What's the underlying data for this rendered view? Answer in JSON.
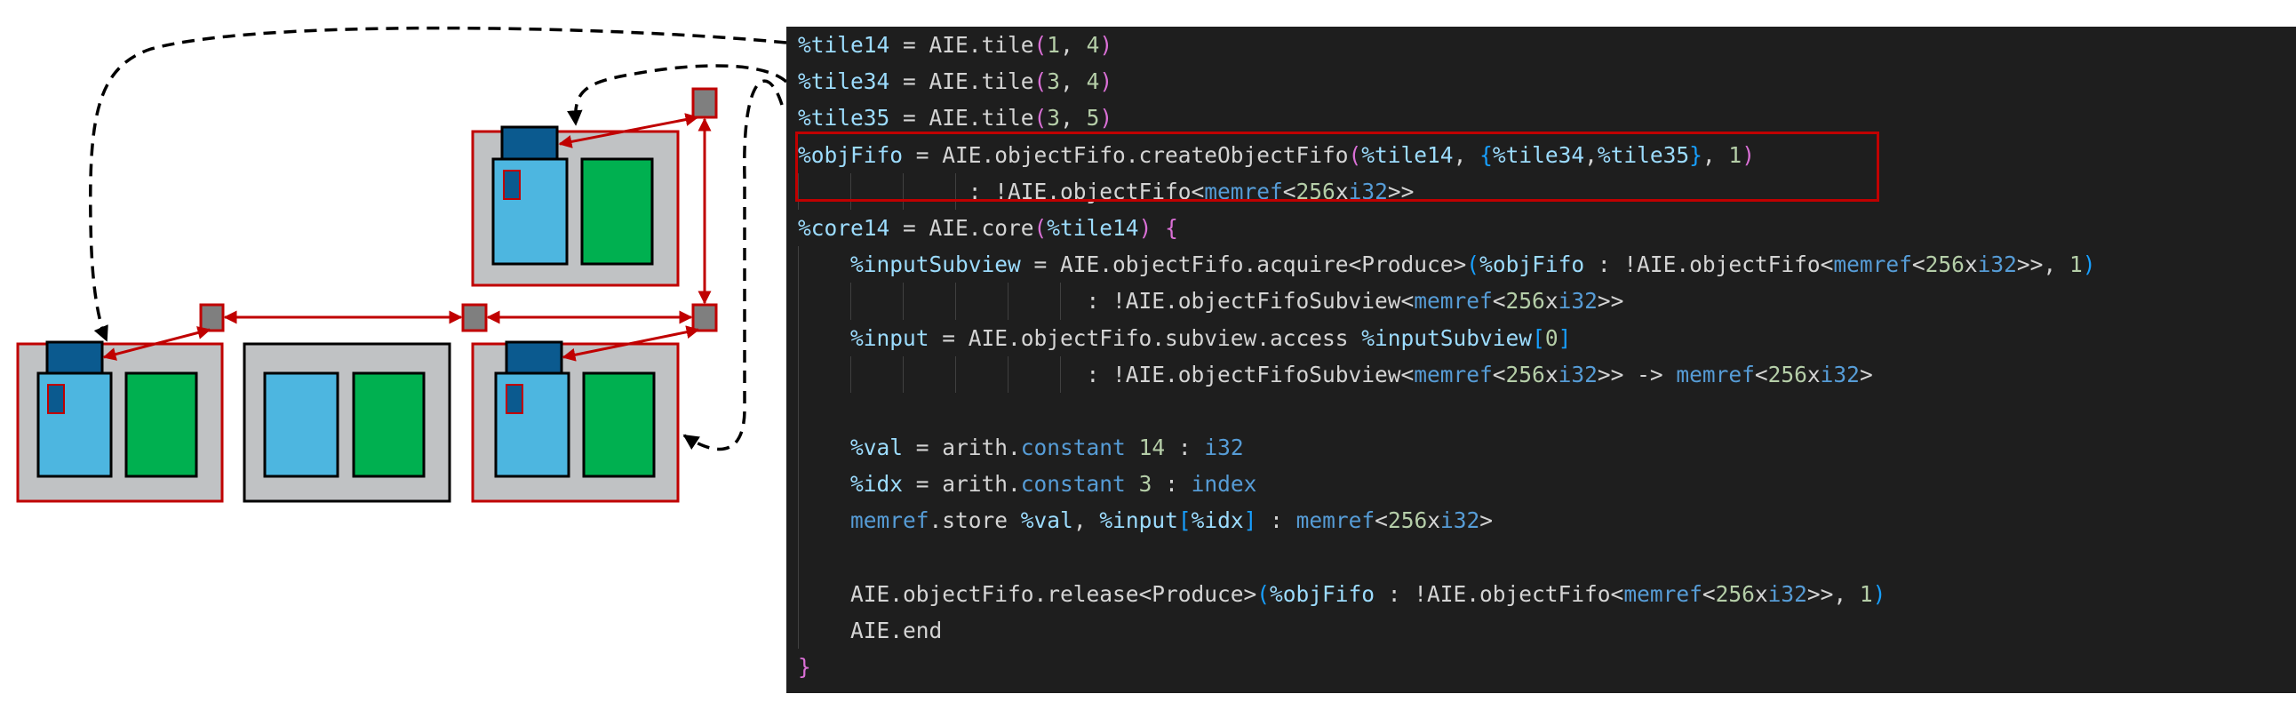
{
  "colors": {
    "tile_fill": "#c0c2c4",
    "tile_border_active": "#c00000",
    "tile_border_inactive": "#000000",
    "core_fill": "#4db6e0",
    "memory_fill": "#00b050",
    "dma_fill": "#0b5a8f",
    "switch_fill": "#7f7f7f",
    "stream_color": "#c00000",
    "editor_bg": "#1e1e1e"
  },
  "code": {
    "lines": [
      [
        [
          "v",
          "%tile14"
        ],
        [
          "d",
          " = AIE.tile"
        ],
        [
          "p",
          "("
        ],
        [
          "n",
          "1"
        ],
        [
          "d",
          ", "
        ],
        [
          "n",
          "4"
        ],
        [
          "p",
          ")"
        ]
      ],
      [
        [
          "v",
          "%tile34"
        ],
        [
          "d",
          " = AIE.tile"
        ],
        [
          "p",
          "("
        ],
        [
          "n",
          "3"
        ],
        [
          "d",
          ", "
        ],
        [
          "n",
          "4"
        ],
        [
          "p",
          ")"
        ]
      ],
      [
        [
          "v",
          "%tile35"
        ],
        [
          "d",
          " = AIE.tile"
        ],
        [
          "p",
          "("
        ],
        [
          "n",
          "3"
        ],
        [
          "d",
          ", "
        ],
        [
          "n",
          "5"
        ],
        [
          "p",
          ")"
        ]
      ],
      [
        [
          "v",
          "%objFifo"
        ],
        [
          "d",
          " = AIE.objectFifo.createObjectFifo"
        ],
        [
          "p",
          "("
        ],
        [
          "v",
          "%tile14"
        ],
        [
          "d",
          ", "
        ],
        [
          "b",
          "{"
        ],
        [
          "v",
          "%tile34"
        ],
        [
          "d",
          ","
        ],
        [
          "v",
          "%tile35"
        ],
        [
          "b",
          "}"
        ],
        [
          "d",
          ", "
        ],
        [
          "n",
          "1"
        ],
        [
          "p",
          ")"
        ]
      ],
      [
        [
          "d",
          "             : !AIE.objectFifo<"
        ],
        [
          "k",
          "memref"
        ],
        [
          "d",
          "<"
        ],
        [
          "n",
          "256"
        ],
        [
          "d",
          "x"
        ],
        [
          "k",
          "i32"
        ],
        [
          "d",
          ">>"
        ]
      ],
      [
        [
          "v",
          "%core14"
        ],
        [
          "d",
          " = AIE.core"
        ],
        [
          "p",
          "("
        ],
        [
          "v",
          "%tile14"
        ],
        [
          "p",
          ")"
        ],
        [
          "d",
          " "
        ],
        [
          "p",
          "{"
        ]
      ],
      [
        [
          "d",
          "    "
        ],
        [
          "v",
          "%inputSubview"
        ],
        [
          "d",
          " = AIE.objectFifo.acquire<Produce>"
        ],
        [
          "b",
          "("
        ],
        [
          "v",
          "%objFifo"
        ],
        [
          "d",
          " : !AIE.objectFifo<"
        ],
        [
          "k",
          "memref"
        ],
        [
          "d",
          "<"
        ],
        [
          "n",
          "256"
        ],
        [
          "d",
          "x"
        ],
        [
          "k",
          "i32"
        ],
        [
          "d",
          ">>, "
        ],
        [
          "n",
          "1"
        ],
        [
          "b",
          ")"
        ]
      ],
      [
        [
          "d",
          "                      : !AIE.objectFifoSubview<"
        ],
        [
          "k",
          "memref"
        ],
        [
          "d",
          "<"
        ],
        [
          "n",
          "256"
        ],
        [
          "d",
          "x"
        ],
        [
          "k",
          "i32"
        ],
        [
          "d",
          ">>"
        ]
      ],
      [
        [
          "d",
          "    "
        ],
        [
          "v",
          "%input"
        ],
        [
          "d",
          " = AIE.objectFifo.subview.access "
        ],
        [
          "v",
          "%inputSubview"
        ],
        [
          "b",
          "["
        ],
        [
          "n",
          "0"
        ],
        [
          "b",
          "]"
        ]
      ],
      [
        [
          "d",
          "                      : !AIE.objectFifoSubview<"
        ],
        [
          "k",
          "memref"
        ],
        [
          "d",
          "<"
        ],
        [
          "n",
          "256"
        ],
        [
          "d",
          "x"
        ],
        [
          "k",
          "i32"
        ],
        [
          "d",
          ">> -> "
        ],
        [
          "k",
          "memref"
        ],
        [
          "d",
          "<"
        ],
        [
          "n",
          "256"
        ],
        [
          "d",
          "x"
        ],
        [
          "k",
          "i32"
        ],
        [
          "d",
          ">"
        ]
      ],
      [
        [
          "d",
          "    "
        ]
      ],
      [
        [
          "d",
          "    "
        ],
        [
          "v",
          "%val"
        ],
        [
          "d",
          " = arith."
        ],
        [
          "k",
          "constant"
        ],
        [
          "d",
          " "
        ],
        [
          "n",
          "14"
        ],
        [
          "d",
          " : "
        ],
        [
          "k",
          "i32"
        ]
      ],
      [
        [
          "d",
          "    "
        ],
        [
          "v",
          "%idx"
        ],
        [
          "d",
          " = arith."
        ],
        [
          "k",
          "constant"
        ],
        [
          "d",
          " "
        ],
        [
          "n",
          "3"
        ],
        [
          "d",
          " : "
        ],
        [
          "k",
          "index"
        ]
      ],
      [
        [
          "d",
          "    "
        ],
        [
          "k",
          "memref"
        ],
        [
          "d",
          ".store "
        ],
        [
          "v",
          "%val"
        ],
        [
          "d",
          ", "
        ],
        [
          "v",
          "%input"
        ],
        [
          "b",
          "["
        ],
        [
          "v",
          "%idx"
        ],
        [
          "b",
          "]"
        ],
        [
          "d",
          " : "
        ],
        [
          "k",
          "memref"
        ],
        [
          "d",
          "<"
        ],
        [
          "n",
          "256"
        ],
        [
          "d",
          "x"
        ],
        [
          "k",
          "i32"
        ],
        [
          "d",
          ">"
        ]
      ],
      [
        [
          "d",
          "    "
        ]
      ],
      [
        [
          "d",
          "    AIE.objectFifo.release<Produce>"
        ],
        [
          "b",
          "("
        ],
        [
          "v",
          "%objFifo"
        ],
        [
          "d",
          " : !AIE.objectFifo<"
        ],
        [
          "k",
          "memref"
        ],
        [
          "d",
          "<"
        ],
        [
          "n",
          "256"
        ],
        [
          "d",
          "x"
        ],
        [
          "k",
          "i32"
        ],
        [
          "d",
          ">>, "
        ],
        [
          "n",
          "1"
        ],
        [
          "b",
          ")"
        ]
      ],
      [
        [
          "d",
          "    AIE.end"
        ]
      ],
      [
        [
          "p",
          "}"
        ]
      ]
    ]
  }
}
